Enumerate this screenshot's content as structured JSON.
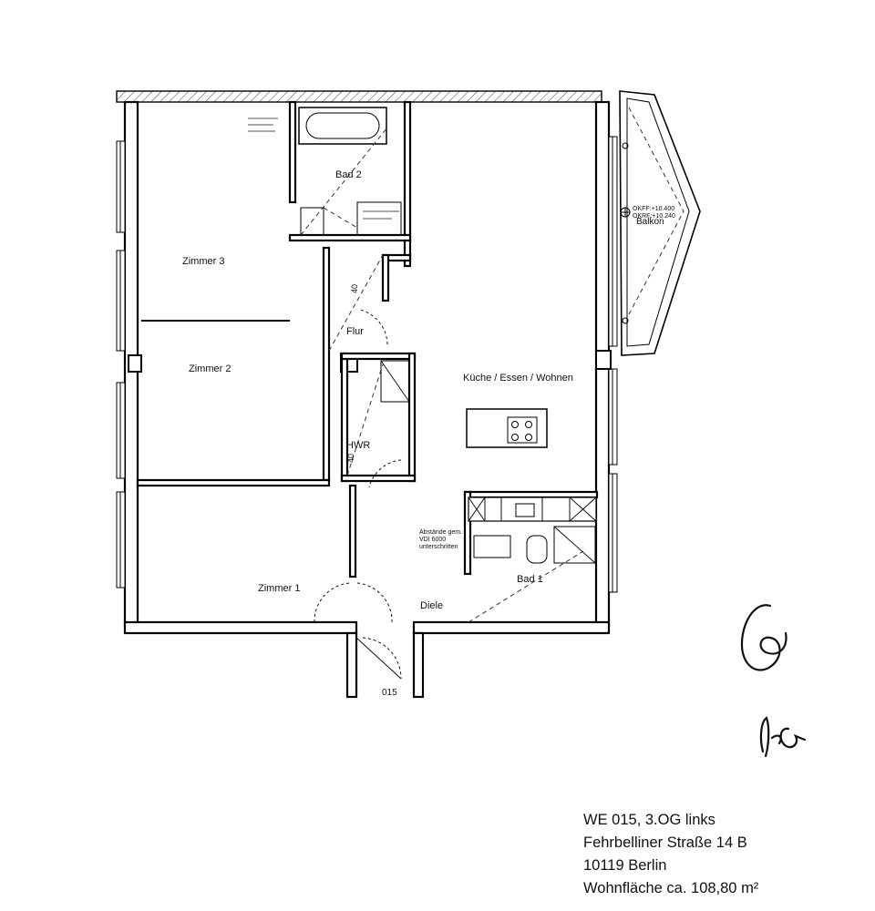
{
  "rooms": {
    "zimmer3": "Zimmer 3",
    "zimmer2": "Zimmer 2",
    "zimmer1": "Zimmer 1",
    "bad2": "Bad 2",
    "flur": "Flur",
    "hwr": "HWR",
    "kueche": "Küche / Essen / Wohnen",
    "diele": "Diele",
    "bad1": "Bad 1",
    "balkon": "Balkon"
  },
  "labels": {
    "unit_number": "015",
    "door_width_flur": "40",
    "door_width_hwr": "40",
    "okff": "OKFF:+10.400",
    "okrf": "OKRF:+10.240",
    "vdi_line1": "Abstände gem.",
    "vdi_line2": "VDI 6000",
    "vdi_line3": "unterschritten"
  },
  "footer": {
    "line1": "WE 015, 3.OG links",
    "line2": "Fehrbelliner Straße 14 B",
    "line3": "10119 Berlin",
    "line4": "Wohnfläche ca. 108,80 m²"
  }
}
